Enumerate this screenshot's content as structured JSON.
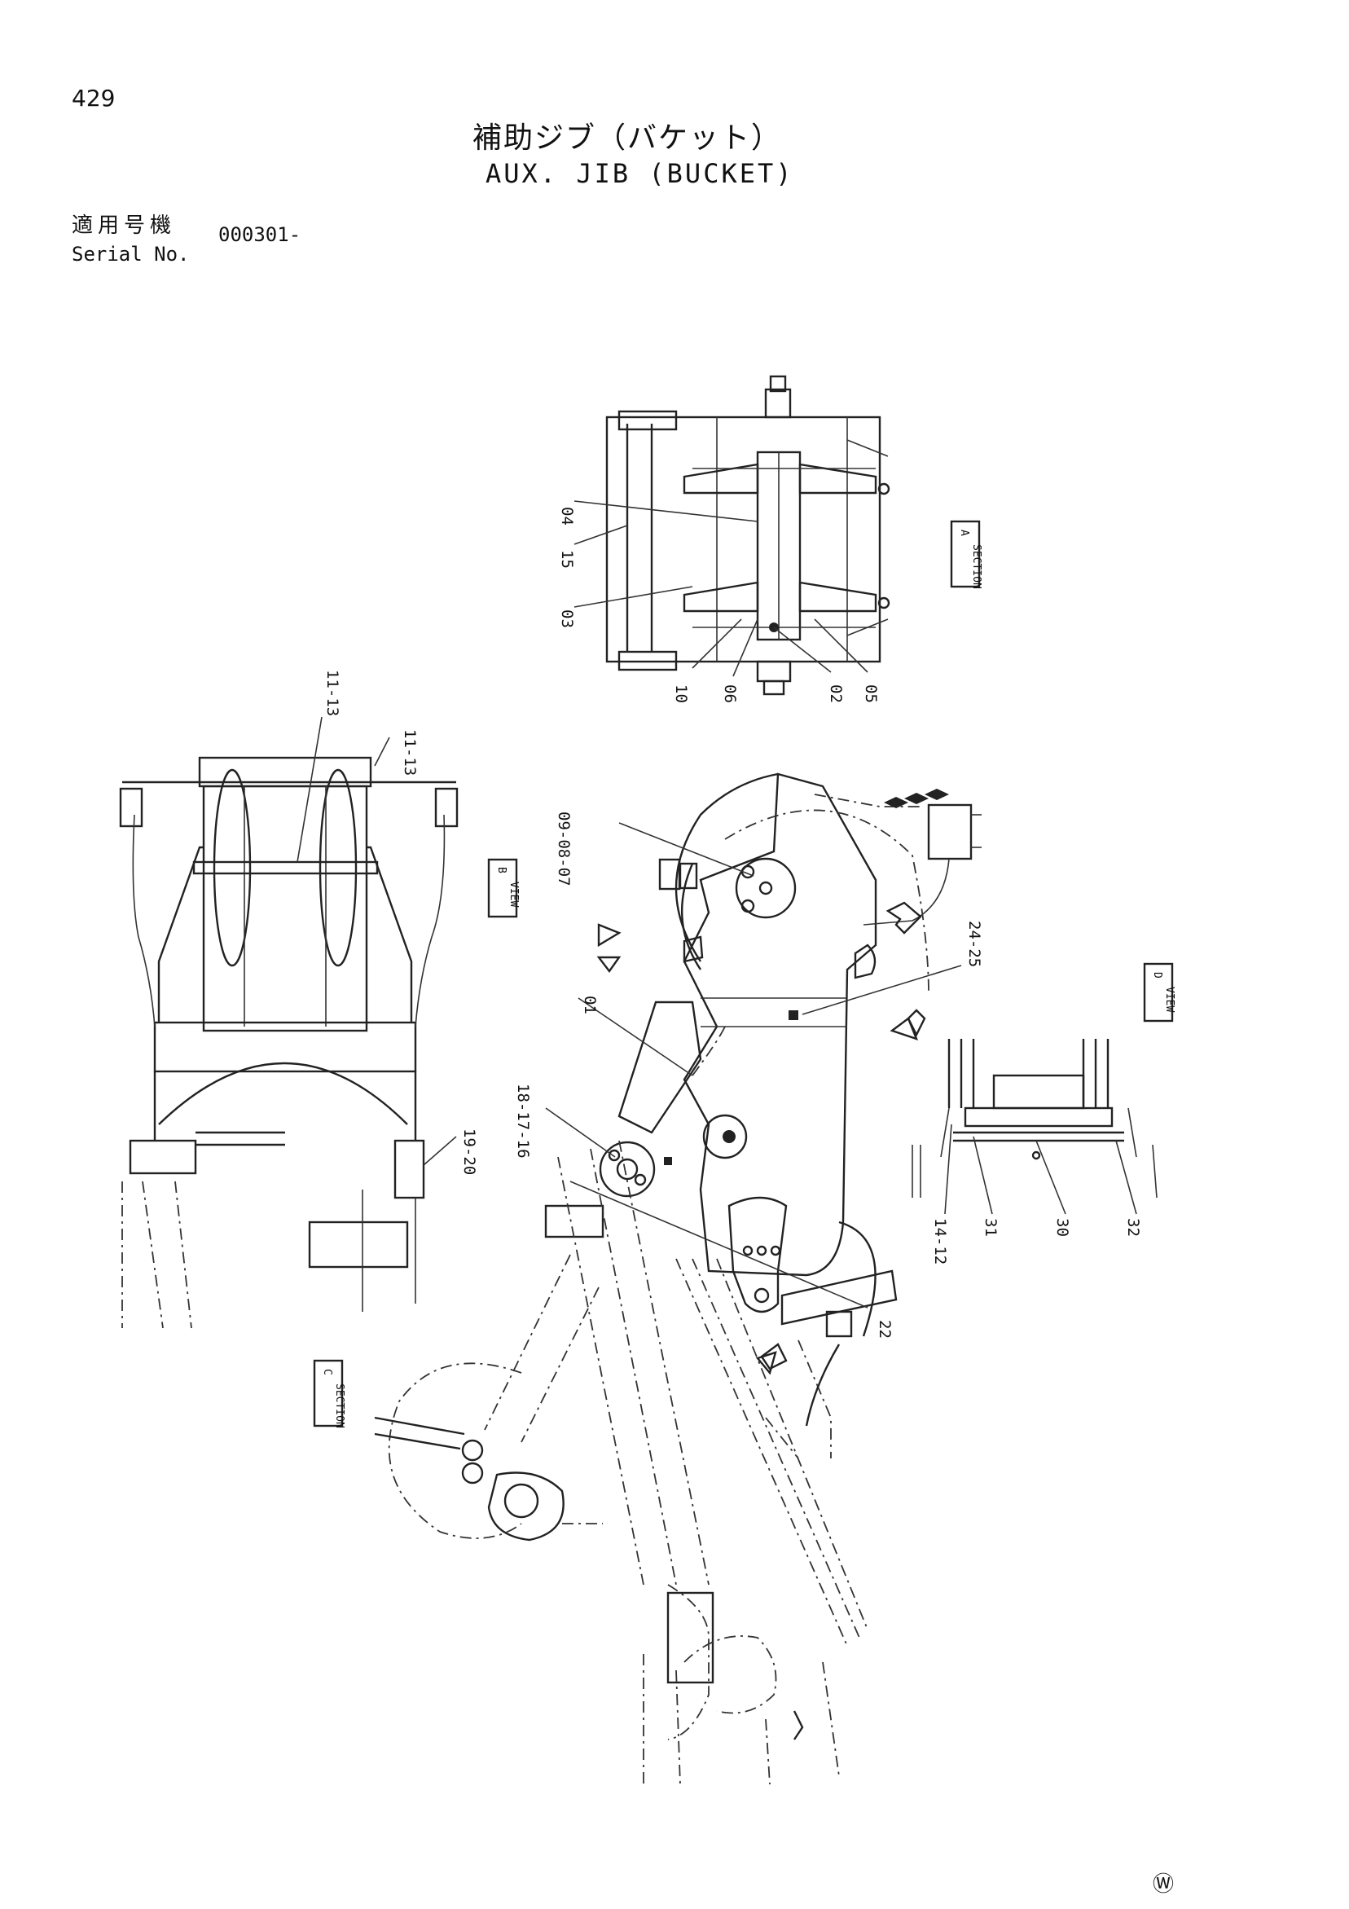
{
  "header": {
    "page_number": "429",
    "title_jp": "補助ジブ（バケット）",
    "title_en": "AUX. JIB (BUCKET)",
    "serial_label_jp": "適用号機",
    "serial_label_en": "Serial No.",
    "serial_value": "000301-"
  },
  "views": {
    "section_a": "A",
    "view_b": "B",
    "section_c": "C",
    "view_d": "D",
    "section_word": "SECTION",
    "view_word": "VIEW"
  },
  "callouts": {
    "c01": "01",
    "c02": "02",
    "c03": "03",
    "c04": "04",
    "c05": "05",
    "c06": "06",
    "c07_09": "09-08-07",
    "c10": "10",
    "c11_13_top": "11-13",
    "c11_13_right": "11-13",
    "c14_12": "14-12",
    "c15": "15",
    "c18_16": "18-17-16",
    "c19_20": "19-20",
    "c22": "22",
    "c24_25": "24-25",
    "c30": "30",
    "c31": "31",
    "c32": "32"
  },
  "footer": {
    "mark": "Ⓦ"
  }
}
